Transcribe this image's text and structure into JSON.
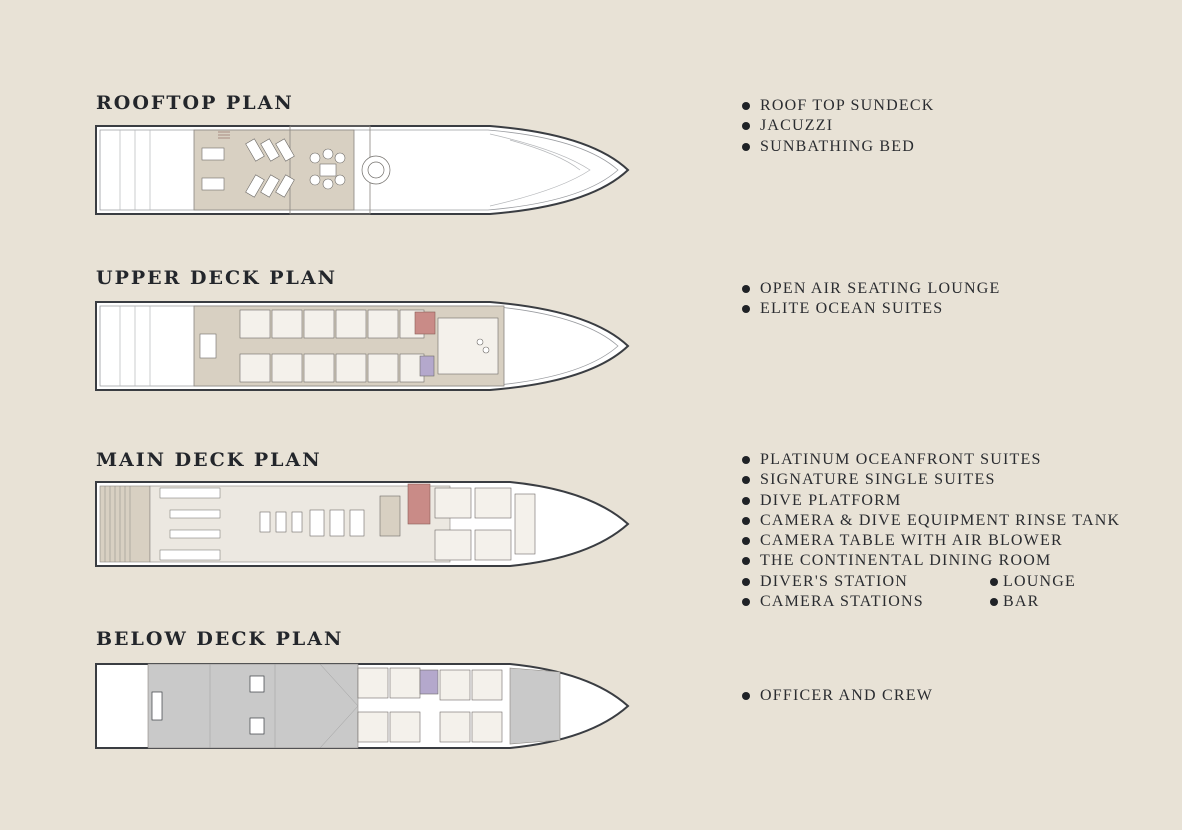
{
  "decks": [
    {
      "title": "ROOFTOP PLAN",
      "features": [
        "ROOF TOP SUNDECK",
        "JACUZZI",
        "SUNBATHING BED"
      ]
    },
    {
      "title": "UPPER DECK PLAN",
      "features": [
        "OPEN AIR SEATING LOUNGE",
        "ELITE OCEAN SUITES"
      ]
    },
    {
      "title": "MAIN DECK PLAN",
      "features": [
        "PLATINUM OCEANFRONT SUITES",
        "SIGNATURE SINGLE SUITES",
        "DIVE PLATFORM",
        "CAMERA & DIVE EQUIPMENT RINSE TANK",
        "CAMERA TABLE WITH AIR BLOWER",
        "THE CONTINENTAL DINING ROOM",
        "DIVER'S STATION",
        "CAMERA STATIONS"
      ],
      "features_col2": [
        "LOUNGE",
        "BAR"
      ]
    },
    {
      "title": "BELOW DECK PLAN",
      "features": [
        "OFFICER AND CREW"
      ]
    }
  ],
  "colors": {
    "background": "#e8e2d6",
    "hull_fill": "#ffffff",
    "hull_stroke": "#3a3d42",
    "deck_floor": "#d8d0c2",
    "engine_room": "#c9c9c9",
    "stair_red": "#c98b87",
    "accent_purple": "#b4a8cc"
  }
}
